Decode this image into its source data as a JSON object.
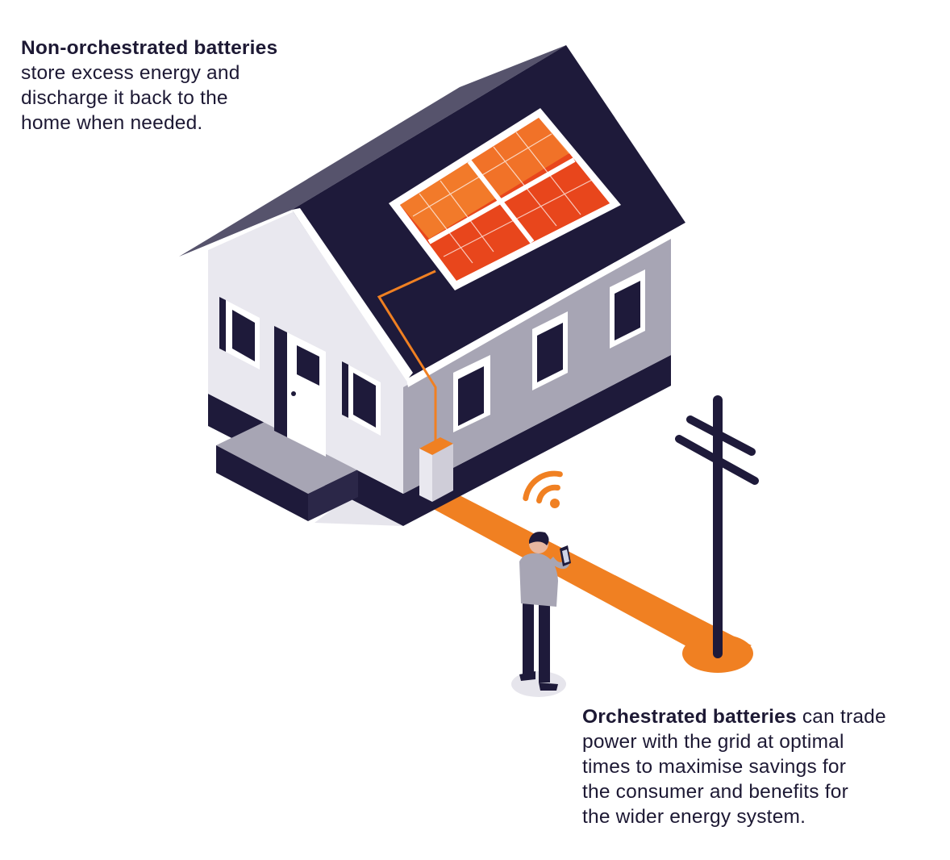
{
  "captions": {
    "top": {
      "bold": "Non-orchestrated batteries",
      "lines": [
        "store excess energy and",
        "discharge it back to the",
        "home when needed."
      ]
    },
    "bottom": {
      "bold": "Orchestrated batteries",
      "rest_first": " can trade",
      "lines": [
        "power with the grid at optimal",
        "times to maximise savings for",
        "the consumer and benefits for",
        "the wider energy system."
      ]
    }
  },
  "colors": {
    "navy": "#1e1a3a",
    "roof_side": "#56536c",
    "wall_light": "#e9e8ef",
    "wall_grey": "#a7a5b4",
    "orange": "#f08022",
    "panel_dark": "#e8461c",
    "panel_light": "#f27a2a",
    "text": "#1d1934"
  },
  "icons": [
    "house-illustration",
    "solar-panel-icon",
    "battery-unit-icon",
    "wifi-signal-icon",
    "person-with-phone-icon",
    "utility-pole-icon"
  ]
}
